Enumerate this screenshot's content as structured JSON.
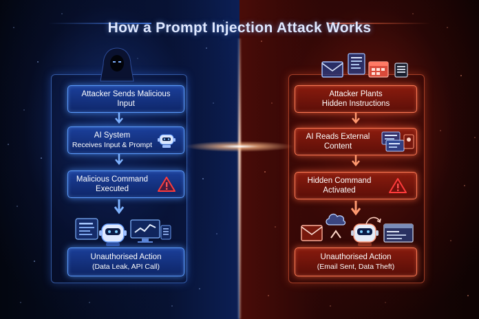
{
  "title": "How a Prompt Injection Attack Works",
  "colors": {
    "left_accent": "#5c9cff",
    "right_accent": "#ff7a55",
    "warning": "#ff3b3b"
  },
  "left_flow": {
    "header_icon": "hooded-hacker-icon",
    "steps": [
      {
        "line1": "Attacker Sends Malicious",
        "line2": "Input"
      },
      {
        "line1": "AI System",
        "line2": "Receives Input & Prompt",
        "icon": "robot-icon"
      },
      {
        "line1": "Malicious Command",
        "line2": "Executed",
        "icon": "warning-icon"
      },
      {
        "line1": "Unauthorised Action",
        "line2": "(Data Leak, API Call)"
      }
    ],
    "illustration_icons": [
      "document-panel-icon",
      "robot-icon",
      "monitor-chart-icon"
    ]
  },
  "right_flow": {
    "header_icons": [
      "envelope-icon",
      "document-icon",
      "calendar-icon",
      "list-icon"
    ],
    "steps": [
      {
        "line1": "Attacker Plants",
        "line2": "Hidden Instructions"
      },
      {
        "line1": "AI Reads External",
        "line2": "Content",
        "icon": "documents-icon"
      },
      {
        "line1": "Hidden Command",
        "line2": "Activated",
        "icon": "warning-icon"
      },
      {
        "line1": "Unauthorised Action",
        "line2": "(Email Sent, Data Theft)"
      }
    ],
    "illustration_icons": [
      "envelope-icon",
      "cloud-icon",
      "robot-icon",
      "window-icon"
    ]
  }
}
